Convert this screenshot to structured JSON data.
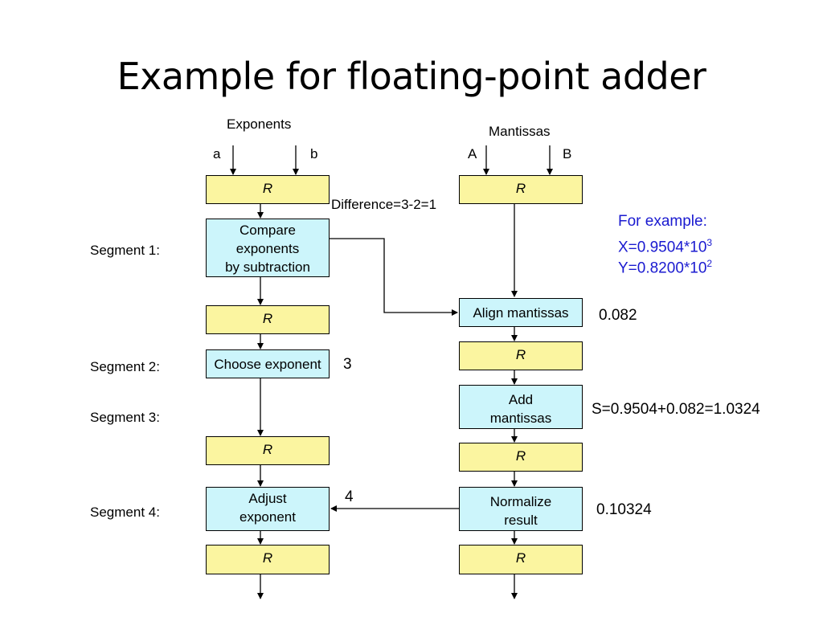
{
  "title": "Example for floating-point adder",
  "headers": {
    "exponents": "Exponents",
    "mantissas": "Mantissas"
  },
  "inputs": {
    "a": "a",
    "b": "b",
    "A": "A",
    "B": "B"
  },
  "register_label": "R",
  "difference_label": "Difference=3-2=1",
  "segments": {
    "s1": "Segment 1:",
    "s2": "Segment 2:",
    "s3": "Segment 3:",
    "s4": "Segment 4:"
  },
  "blocks": {
    "compare": [
      "Compare",
      "exponents",
      "by subtraction"
    ],
    "choose": "Choose exponent",
    "adjust": [
      "Adjust",
      "exponent"
    ],
    "align": "Align mantissas",
    "add": [
      "Add",
      "mantissas"
    ],
    "normalize": [
      "Normalize",
      "result"
    ]
  },
  "example": {
    "heading": "For example:",
    "x_text": "X=0.9504*10",
    "x_exp": "3",
    "y_text": "Y=0.8200*10",
    "y_exp": "2"
  },
  "annotations": {
    "aligned": "0.082",
    "chosen_exp": "3",
    "sum": "S=0.9504+0.082=1.0324",
    "adjusted_exp": "4",
    "normalized": "0.10324"
  },
  "colors": {
    "register_fill": "#fbf5a0",
    "operation_fill": "#ccf5fb",
    "example_text": "#1a1ad0"
  }
}
